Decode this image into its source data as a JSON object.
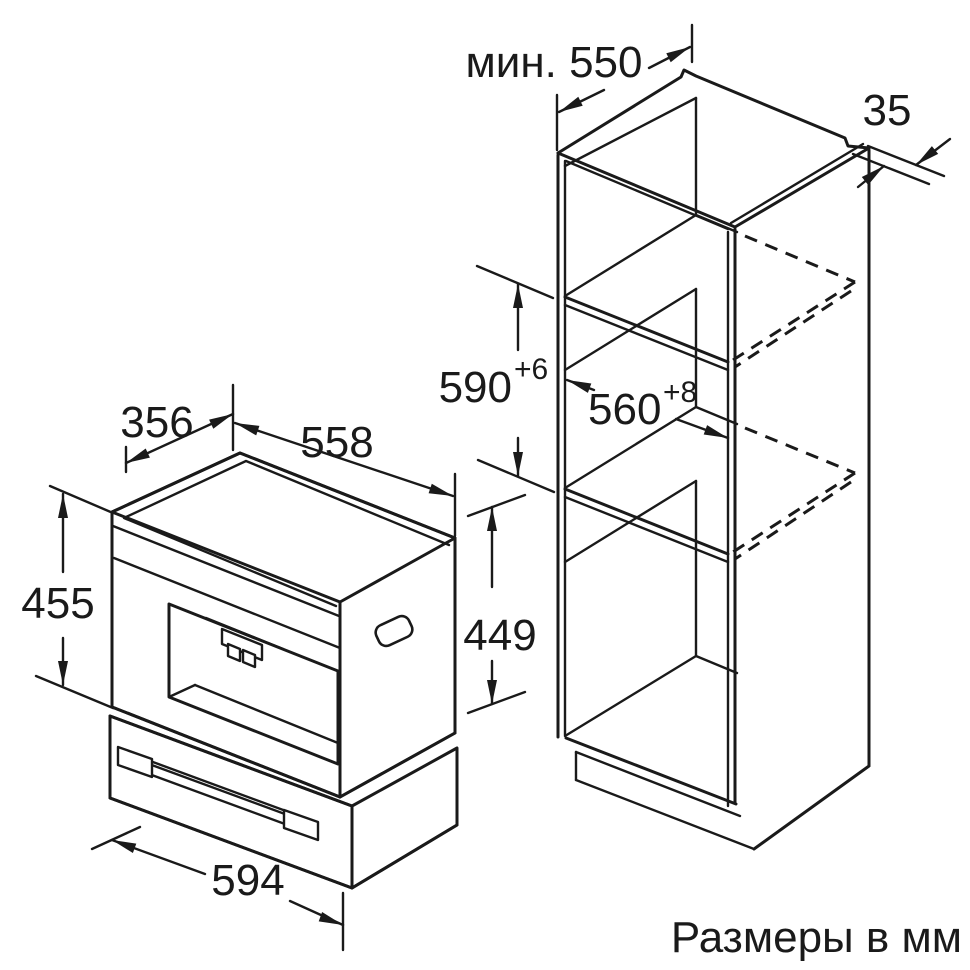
{
  "labels": {
    "units": "Размеры в мм"
  },
  "dims": {
    "cab_depth_min": "мин. 550",
    "panel_gap": "35",
    "niche_height": "590",
    "niche_height_tol": "+6",
    "niche_width": "560",
    "niche_width_tol": "+8",
    "appl_depth": "356",
    "appl_width": "558",
    "appl_height": "455",
    "appl_front_height": "449",
    "drawer_width": "594"
  }
}
